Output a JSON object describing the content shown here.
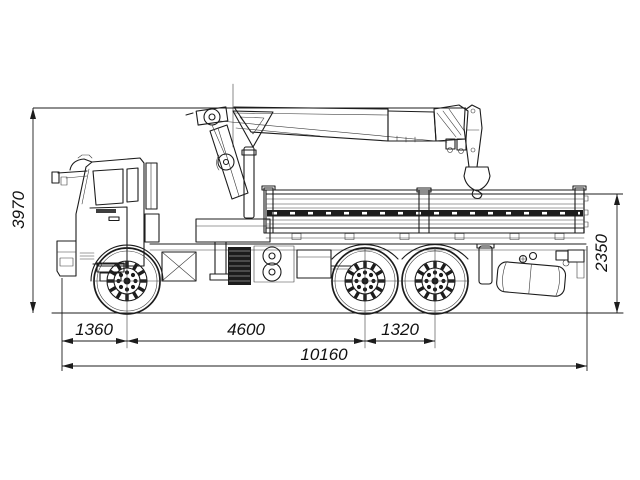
{
  "figure": {
    "kind": "technical-dimensional-drawing",
    "subject": "truck-mounted-crane-side-view",
    "background_color": "#ffffff",
    "line_color": "#1c1c1c",
    "dimensions": {
      "overall_height": "3970",
      "bed_height": "2350",
      "front_overhang": "1360",
      "wheelbase": "4600",
      "rear_axle_spacing": "1320",
      "overall_length": "10160"
    }
  }
}
